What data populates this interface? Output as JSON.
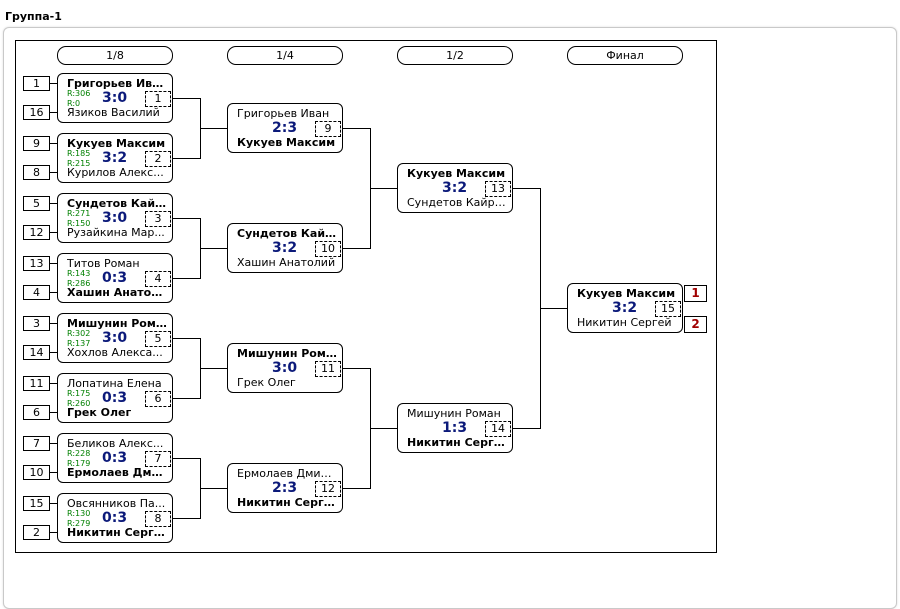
{
  "group_title": "Группа-1",
  "rounds": [
    "1/8",
    "1/4",
    "1/2",
    "Финал"
  ],
  "round1": [
    {
      "seed1": "1",
      "seed2": "16",
      "p1": "Григорьев Иван",
      "p2": "Язиков Василий",
      "r1": "R:306",
      "r2": "R:0",
      "score": "3:0",
      "num": "1",
      "winner": 1
    },
    {
      "seed1": "9",
      "seed2": "8",
      "p1": "Кукуев Максим",
      "p2": "Курилов Алекс...",
      "r1": "R:185",
      "r2": "R:215",
      "score": "3:2",
      "num": "2",
      "winner": 1
    },
    {
      "seed1": "5",
      "seed2": "12",
      "p1": "Сундетов Кайрат",
      "p2": "Рузайкина Мар...",
      "r1": "R:271",
      "r2": "R:150",
      "score": "3:0",
      "num": "3",
      "winner": 1
    },
    {
      "seed1": "13",
      "seed2": "4",
      "p1": "Титов Роман",
      "p2": "Хашин Анатолий",
      "r1": "R:143",
      "r2": "R:286",
      "score": "0:3",
      "num": "4",
      "winner": 2
    },
    {
      "seed1": "3",
      "seed2": "14",
      "p1": "Мишунин Роман",
      "p2": "Хохлов Алекса...",
      "r1": "R:302",
      "r2": "R:137",
      "score": "3:0",
      "num": "5",
      "winner": 1
    },
    {
      "seed1": "11",
      "seed2": "6",
      "p1": "Лопатина Елена",
      "p2": "Грек Олег",
      "r1": "R:175",
      "r2": "R:260",
      "score": "0:3",
      "num": "6",
      "winner": 2
    },
    {
      "seed1": "7",
      "seed2": "10",
      "p1": "Беликов Алекс...",
      "p2": "Ермолаев Дмит...",
      "r1": "R:228",
      "r2": "R:179",
      "score": "0:3",
      "num": "7",
      "winner": 2
    },
    {
      "seed1": "15",
      "seed2": "2",
      "p1": "Овсянников Па...",
      "p2": "Никитин Сергей",
      "r1": "R:130",
      "r2": "R:279",
      "score": "0:3",
      "num": "8",
      "winner": 2
    }
  ],
  "round2": [
    {
      "p1": "Григорьев Иван",
      "p2": "Кукуев Максим",
      "score": "2:3",
      "num": "9",
      "winner": 2
    },
    {
      "p1": "Сундетов Кайрат",
      "p2": "Хашин Анатолий",
      "score": "3:2",
      "num": "10",
      "winner": 1
    },
    {
      "p1": "Мишунин Роман",
      "p2": "Грек Олег",
      "score": "3:0",
      "num": "11",
      "winner": 1
    },
    {
      "p1": "Ермолаев Дмит...",
      "p2": "Никитин Сергей",
      "score": "2:3",
      "num": "12",
      "winner": 2
    }
  ],
  "round3": [
    {
      "p1": "Кукуев Максим",
      "p2": "Сундетов Кайрат",
      "score": "3:2",
      "num": "13",
      "winner": 1
    },
    {
      "p1": "Мишунин Роман",
      "p2": "Никитин Сергей",
      "score": "1:3",
      "num": "14",
      "winner": 2
    }
  ],
  "final": {
    "p1": "Кукуев Максим",
    "p2": "Никитин Сергей",
    "score": "3:2",
    "num": "15",
    "winner": 1
  },
  "places": [
    "1",
    "2"
  ]
}
